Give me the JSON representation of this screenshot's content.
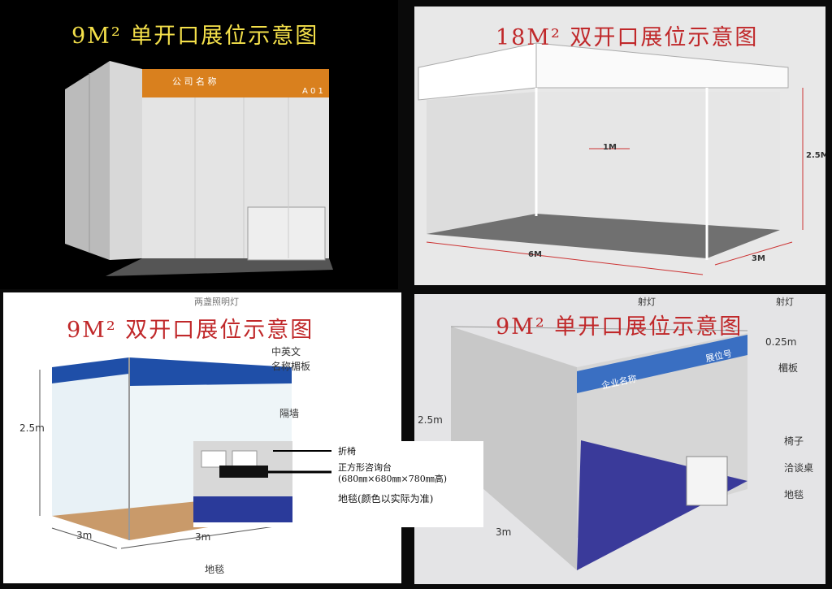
{
  "panels": [
    {
      "title": "9M² 单开口展位示意图",
      "fascia_company": "公 司 名 称",
      "fascia_booth": "A 0 1"
    },
    {
      "title": "18M² 双开口展位示意图",
      "width_label": "1M",
      "length_label": "6M",
      "depth_label": "3M",
      "height_label": "2.5M"
    },
    {
      "title": "9M² 双开口展位示意图",
      "height_label": "2.5m",
      "left_label": "3m",
      "right_label": "3m",
      "fascia_label": "中英文\n名称楣板",
      "wall_label": "隔墙",
      "carpet_label": "地毯",
      "light_label": "两盏照明灯"
    },
    {
      "title": "9M² 单开口展位示意图",
      "spotlight_label": "射灯",
      "spotlight_label_2": "射灯",
      "fascia_height": "0.25m",
      "fascia_label": "楣板",
      "height_label": "2.5m",
      "depth_label": "3m",
      "company_label": "企业名称",
      "booth_no_label": "展位号",
      "chair_label": "椅子",
      "table_label": "洽谈桌",
      "carpet_label": "地毯"
    }
  ],
  "inset": {
    "chair": "折椅",
    "table": "正方形咨询台",
    "table_size": "(680㎜×680㎜×780㎜高)",
    "carpet": "地毯(颜色以实际为准)"
  },
  "colors": {
    "title1": "#f4e04a",
    "title_red": "#c0282a",
    "fascia_orange": "#d9801e",
    "fascia_blue": "#1f4fa8",
    "carpet_blue": "#3a3a9a"
  }
}
